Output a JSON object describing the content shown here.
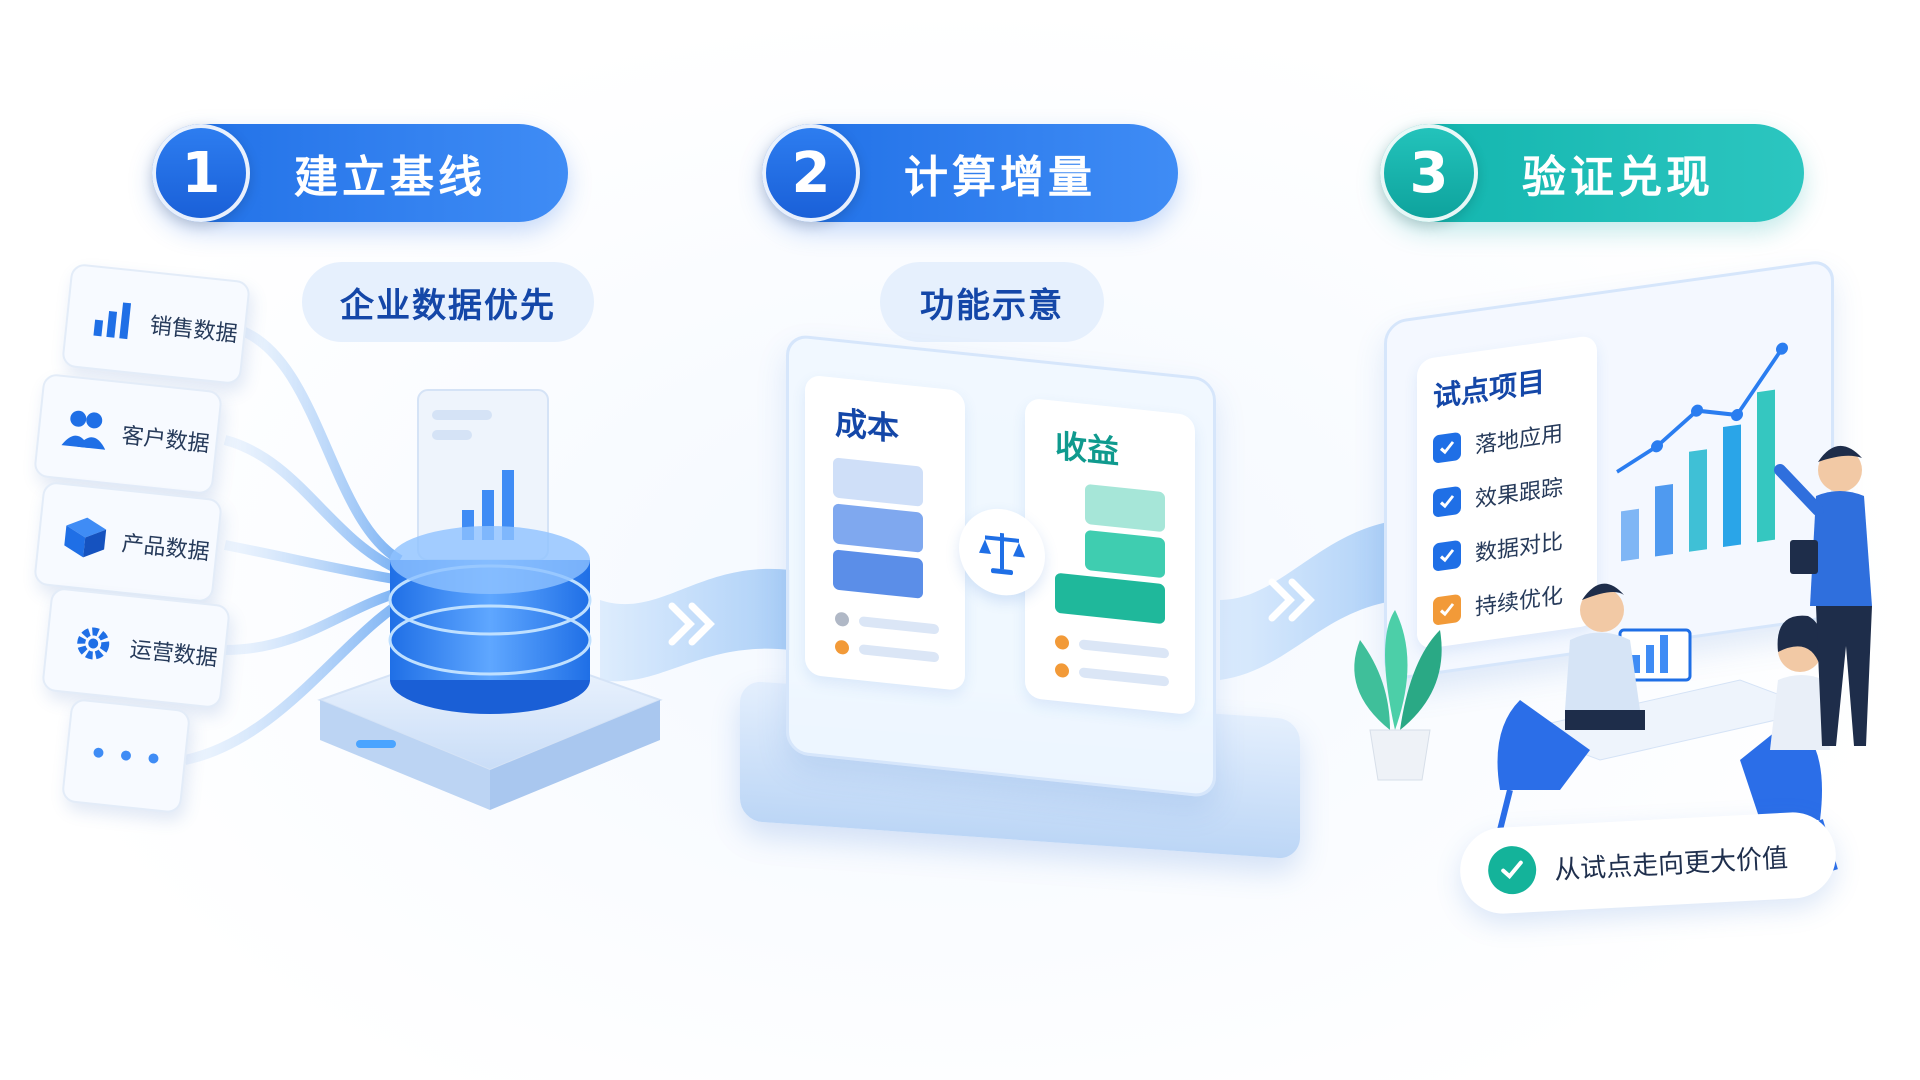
{
  "steps": [
    {
      "num": "1",
      "label": "建立基线"
    },
    {
      "num": "2",
      "label": "计算增量"
    },
    {
      "num": "3",
      "label": "验证兑现"
    }
  ],
  "subtitles": {
    "step1": "企业数据优先",
    "step2": "功能示意"
  },
  "sources": [
    {
      "label": "销售数据",
      "icon": "bar-chart-icon"
    },
    {
      "label": "客户数据",
      "icon": "users-icon"
    },
    {
      "label": "产品数据",
      "icon": "cube-icon"
    },
    {
      "label": "运营数据",
      "icon": "gear-icon"
    },
    {
      "label": "• • •",
      "icon": "more-icon"
    }
  ],
  "compare": {
    "cost": "成本",
    "benefit": "收益",
    "icon": "balance-scale-icon"
  },
  "pilot": {
    "title": "试点项目",
    "items": [
      {
        "label": "落地应用",
        "color": "#1f6fe6"
      },
      {
        "label": "效果跟踪",
        "color": "#1f6fe6"
      },
      {
        "label": "数据对比",
        "color": "#1f6fe6"
      },
      {
        "label": "持续优化",
        "color": "#f29a38"
      }
    ]
  },
  "banner": "从试点走向更大价值",
  "colors": {
    "blue": "#1f6fe6",
    "teal": "#11b4ad",
    "orange": "#f29a38",
    "green": "#14b39a"
  }
}
